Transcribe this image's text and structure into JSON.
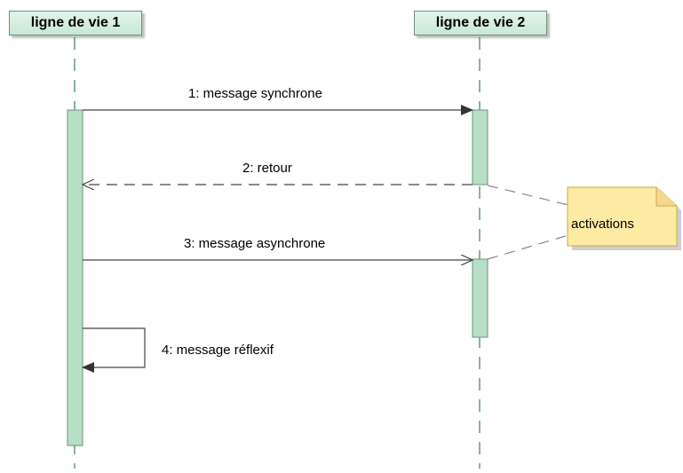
{
  "lifelines": [
    {
      "label": "ligne de vie 1"
    },
    {
      "label": "ligne de vie 2"
    }
  ],
  "messages": [
    {
      "label": "1: message synchrone",
      "kind": "synchronous"
    },
    {
      "label": "2: retour",
      "kind": "return"
    },
    {
      "label": "3: message asynchrone",
      "kind": "asynchronous"
    },
    {
      "label": "4: message réflexif",
      "kind": "self"
    }
  ],
  "note": {
    "text": "activations"
  },
  "colors": {
    "activation_fill": "#b7dfc5",
    "activation_stroke": "#6f8f7c",
    "header_fill": "#d5eedd",
    "note_fill": "#fdeaa3",
    "note_stroke": "#c8a94a",
    "line": "#444444"
  }
}
